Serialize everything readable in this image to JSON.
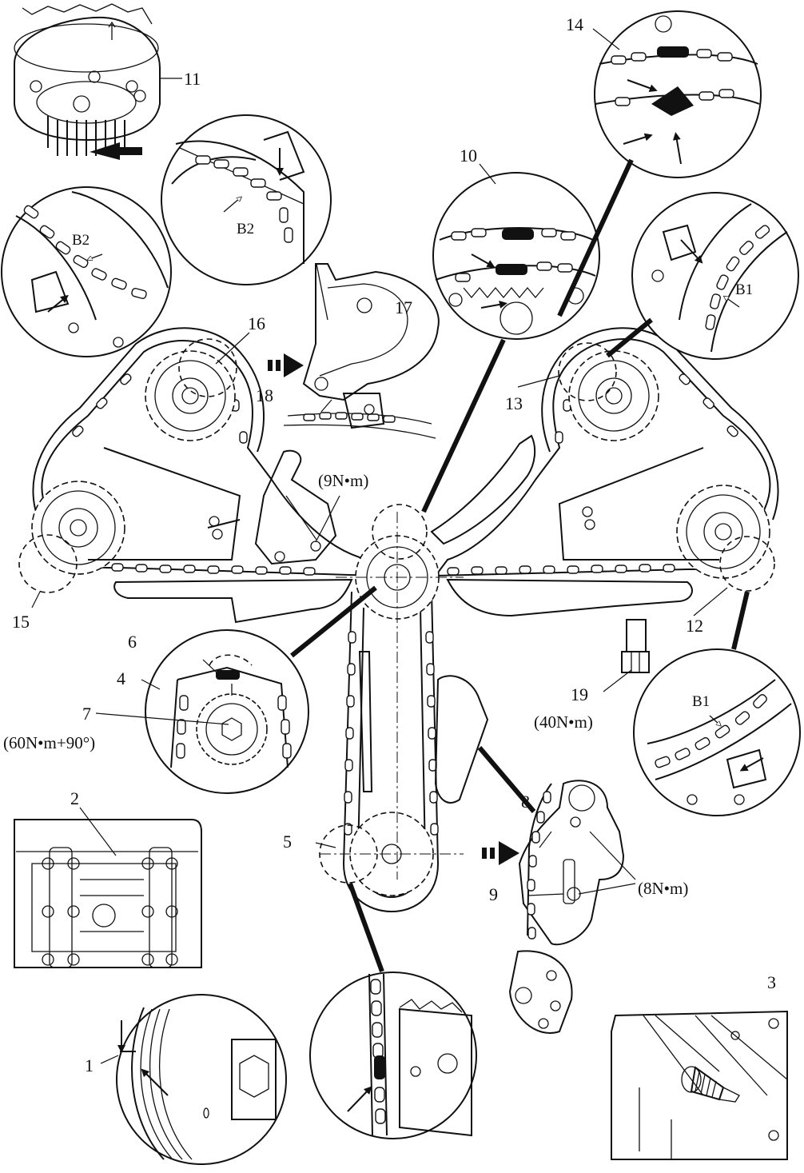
{
  "callouts": {
    "c1": "1",
    "c2": "2",
    "c3": "3",
    "c4": "4",
    "c5": "5",
    "c6": "6",
    "c7": "7",
    "c8": "8",
    "c9": "9",
    "c10": "10",
    "c11": "11",
    "c12": "12",
    "c13": "13",
    "c14": "14",
    "c15": "15",
    "c16": "16",
    "c17": "17",
    "c18": "18",
    "c19": "19"
  },
  "torques": {
    "t9nm": "(9N•m)",
    "t60nm": "(60N•m+90°)",
    "t40nm": "(40N•m)",
    "t8nm": "(8N•m)"
  },
  "bank_marks": {
    "b2_upper": "B2",
    "b2_left": "B2",
    "b1_upper": "B1",
    "b1_lower": "B1"
  }
}
